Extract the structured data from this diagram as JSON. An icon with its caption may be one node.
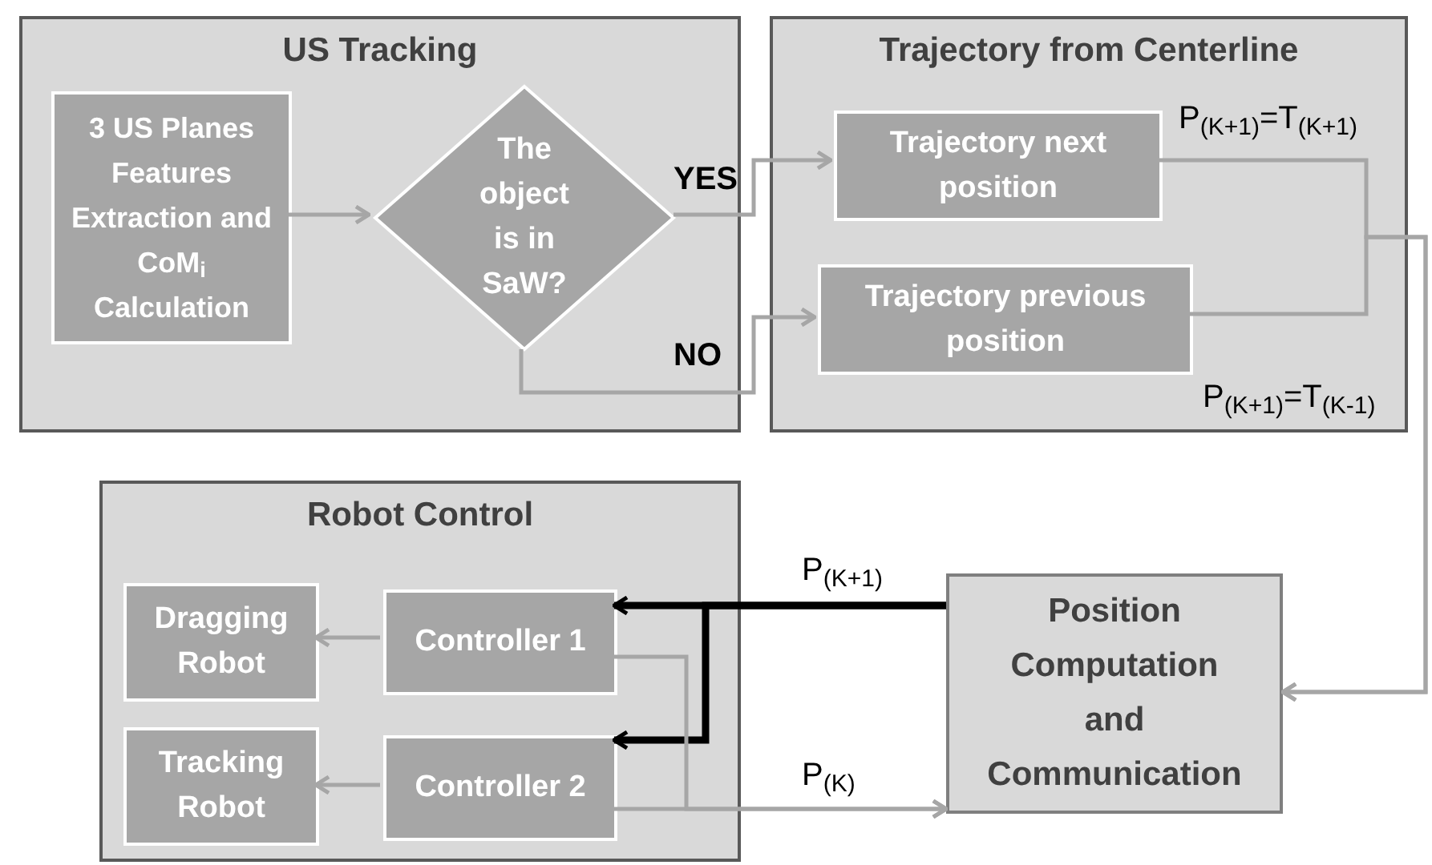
{
  "diagram": {
    "nodes": [
      {
        "text": [
          "US Tracking"
        ]
      },
      {
        "text": [
          "3 US Planes Features Extraction and CoM$_{i}$ Calculation"
        ],
        "in": 0
      },
      {
        "text": [
          "The object is in SaW?"
        ],
        "in": 0
      },
      {
        "text": [
          "Trajectory from Centerline"
        ]
      },
      {
        "text": [
          "Trajectory next position"
        ],
        "in": 3
      },
      {
        "text": [
          "Trajectory previous position"
        ],
        "in": 3
      },
      {
        "text": [
          "Robot Control"
        ]
      },
      {
        "text": [
          "Dragging Robot"
        ],
        "in": 6
      },
      {
        "text": [
          "Controller 1"
        ],
        "in": 6
      },
      {
        "text": [
          "Tracking Robot"
        ],
        "in": 6
      },
      {
        "text": [
          "Controller 2"
        ],
        "in": 6
      },
      {
        "text": [
          "Position Computation and Communication"
        ]
      }
    ],
    "edges": [
      {
        "from": 1,
        "to": 2,
        "arrow": "to"
      },
      {
        "from": 2,
        "to": 4,
        "arrow": "to",
        "label": "YES"
      },
      {
        "from": 2,
        "to": 5,
        "arrow": "to",
        "label": "NO"
      },
      {
        "from": 4,
        "to": 11,
        "arrow": "to",
        "label": "P$_{(K+1)}$=T$_{(K+1)}$"
      },
      {
        "from": 5,
        "to": 11,
        "arrow": "to",
        "label": "P$_{(K+1)}$=T$_{(K-1)}$"
      },
      {
        "from": 11,
        "to": 8,
        "arrow": "to",
        "label": "P$_{(K+1)}$",
        "style": "thick",
        "color": "#000000"
      },
      {
        "from": 11,
        "to": 10,
        "arrow": "to",
        "style": "thick",
        "color": "#000000"
      },
      {
        "from": 8,
        "to": 7,
        "arrow": "to"
      },
      {
        "from": 10,
        "to": 9,
        "arrow": "to"
      },
      {
        "from": 8,
        "to": 11,
        "arrow": "to"
      },
      {
        "from": 10,
        "to": 11,
        "arrow": "to",
        "label": "P$_{(K)}$"
      }
    ]
  }
}
